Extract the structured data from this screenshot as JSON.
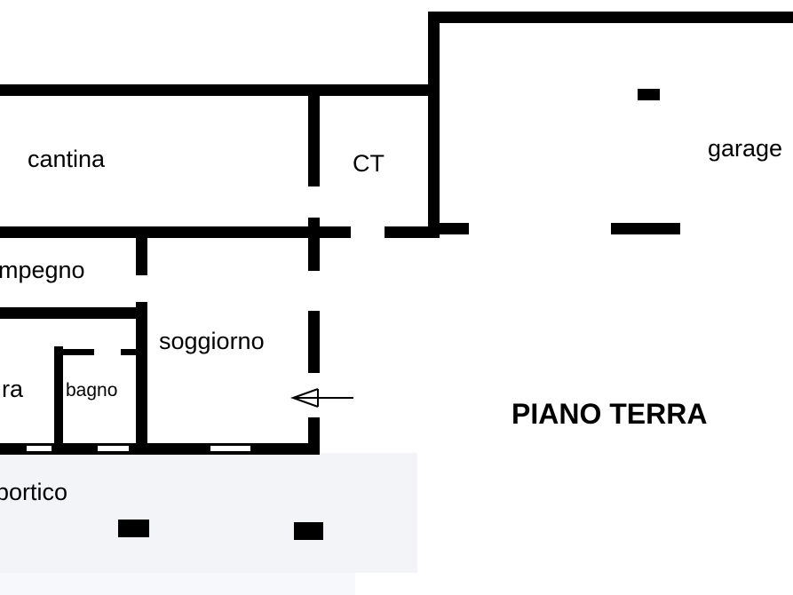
{
  "title": "PIANO TERRA",
  "rooms": {
    "cantina": "cantina",
    "ct": "CT",
    "garage": "garage",
    "ripostiglio": "mpegno",
    "soggiorno": "soggiorno",
    "camera": "ra",
    "bagno": "bagno",
    "portico": "portico"
  },
  "colors": {
    "wall": "#000000",
    "background": "#ffffff",
    "tint": "#f2f4f8"
  }
}
